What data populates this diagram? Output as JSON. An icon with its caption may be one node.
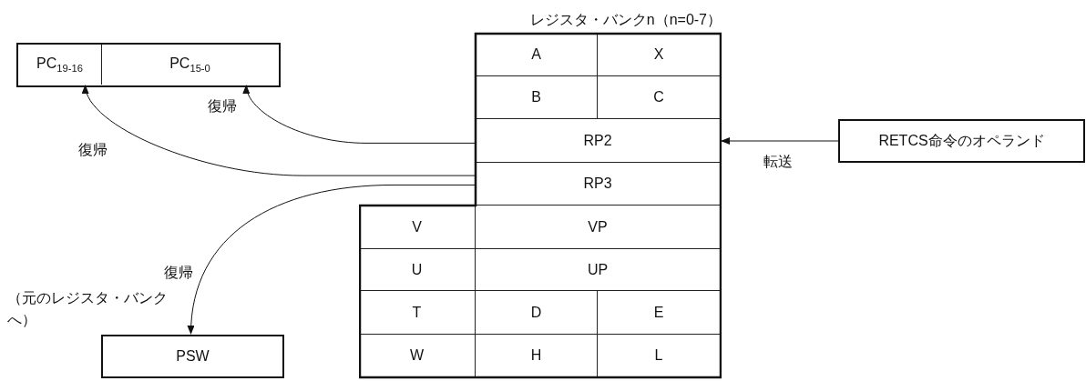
{
  "diagram": {
    "nodes": [
      {
        "text": [
          "PC$_{19-16}$"
        ]
      },
      {
        "text": [
          "PC$_{15-0}$"
        ]
      },
      {
        "text": [
          "レジスタ・バンクn（n=0-7）"
        ]
      },
      {
        "text": [
          "A"
        ],
        "in": 2
      },
      {
        "text": [
          "X"
        ],
        "in": 2
      },
      {
        "text": [
          "B"
        ],
        "in": 2
      },
      {
        "text": [
          "C"
        ],
        "in": 2
      },
      {
        "text": [
          "RP2"
        ],
        "in": 2
      },
      {
        "text": [
          "RP3"
        ],
        "in": 2
      },
      {
        "text": [
          "V"
        ],
        "in": 2
      },
      {
        "text": [
          "VP"
        ],
        "in": 2
      },
      {
        "text": [
          "U"
        ],
        "in": 2
      },
      {
        "text": [
          "UP"
        ],
        "in": 2
      },
      {
        "text": [
          "T"
        ],
        "in": 2
      },
      {
        "text": [
          "D"
        ],
        "in": 2
      },
      {
        "text": [
          "E"
        ],
        "in": 2
      },
      {
        "text": [
          "W"
        ],
        "in": 2
      },
      {
        "text": [
          "H"
        ],
        "in": 2
      },
      {
        "text": [
          "L"
        ],
        "in": 2
      },
      {
        "text": [
          "RETCS命令のオペランド"
        ]
      },
      {
        "text": [
          "PSW"
        ]
      }
    ],
    "edges": [
      {
        "from": 7,
        "to": 1,
        "arrow": "to",
        "label": "復帰"
      },
      {
        "from": 8,
        "to": 0,
        "arrow": "to",
        "label": "復帰"
      },
      {
        "from": 19,
        "to": 7,
        "arrow": "to",
        "label": "転送"
      },
      {
        "from": 8,
        "to": 20,
        "arrow": "to",
        "label": "復帰"
      }
    ],
    "labels": [
      "（元のレジスタ・バンクへ）"
    ]
  }
}
